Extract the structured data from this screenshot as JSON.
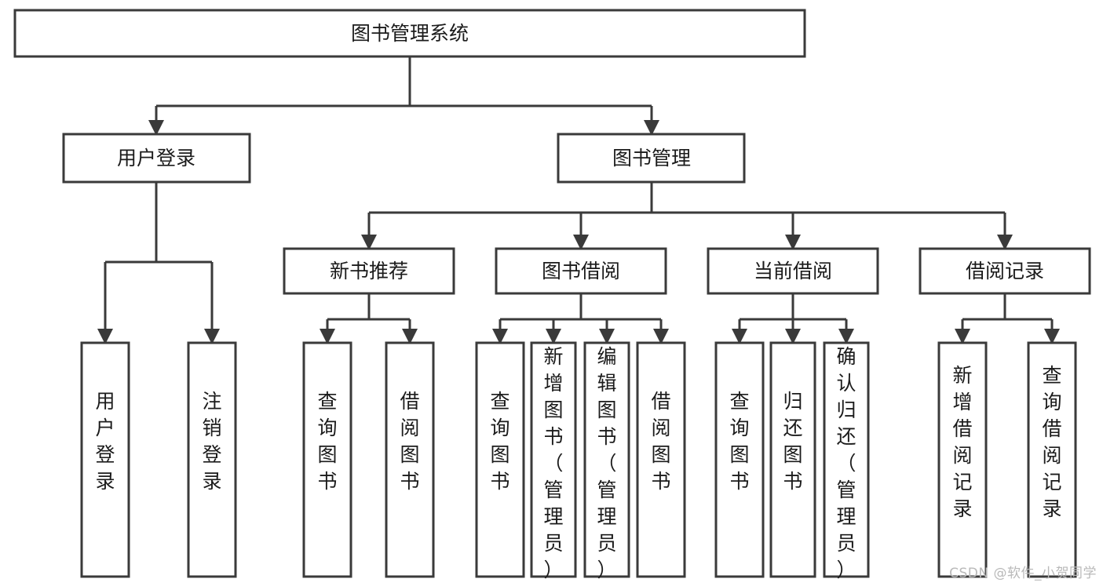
{
  "diagram": {
    "type": "tree-hierarchy",
    "title": "图书管理系统",
    "orientation": "top-down",
    "colors": {
      "box_stroke": "#3a3a3a",
      "box_fill": "#ffffff",
      "text": "#1b1b1b",
      "connector": "#3a3a3a",
      "watermark": "#b9b9b9",
      "background": "#ffffff"
    },
    "root": {
      "id": "root",
      "label": "图书管理系统"
    },
    "level2": [
      {
        "id": "user-login",
        "label": "用户登录"
      },
      {
        "id": "book-management",
        "label": "图书管理"
      }
    ],
    "level3": [
      {
        "id": "new-book-recommend",
        "label": "新书推荐",
        "parent": "book-management"
      },
      {
        "id": "book-borrow",
        "label": "图书借阅",
        "parent": "book-management"
      },
      {
        "id": "current-borrow",
        "label": "当前借阅",
        "parent": "book-management"
      },
      {
        "id": "borrow-record",
        "label": "借阅记录",
        "parent": "book-management"
      }
    ],
    "leaves": [
      {
        "id": "leaf-user-login",
        "parent": "user-login",
        "label": "用户登录"
      },
      {
        "id": "leaf-user-logout",
        "parent": "user-login",
        "label": "注销登录"
      },
      {
        "id": "leaf-query-book-1",
        "parent": "new-book-recommend",
        "label": "查询图书"
      },
      {
        "id": "leaf-borrow-book-1",
        "parent": "new-book-recommend",
        "label": "借阅图书"
      },
      {
        "id": "leaf-query-book-2",
        "parent": "book-borrow",
        "label": "查询图书"
      },
      {
        "id": "leaf-add-book",
        "parent": "book-borrow",
        "label": "新增图书（管理员）"
      },
      {
        "id": "leaf-edit-book",
        "parent": "book-borrow",
        "label": "编辑图书（管理员）"
      },
      {
        "id": "leaf-borrow-book-2",
        "parent": "book-borrow",
        "label": "借阅图书"
      },
      {
        "id": "leaf-query-book-3",
        "parent": "current-borrow",
        "label": "查询图书"
      },
      {
        "id": "leaf-return-book",
        "parent": "current-borrow",
        "label": "归还图书"
      },
      {
        "id": "leaf-confirm-return",
        "parent": "current-borrow",
        "label": "确认归还（管理员）"
      },
      {
        "id": "leaf-add-record",
        "parent": "borrow-record",
        "label": "新增借阅记录"
      },
      {
        "id": "leaf-query-record",
        "parent": "borrow-record",
        "label": "查询借阅记录"
      }
    ]
  },
  "watermark": {
    "text": "CSDN @软件_小贺同学"
  }
}
